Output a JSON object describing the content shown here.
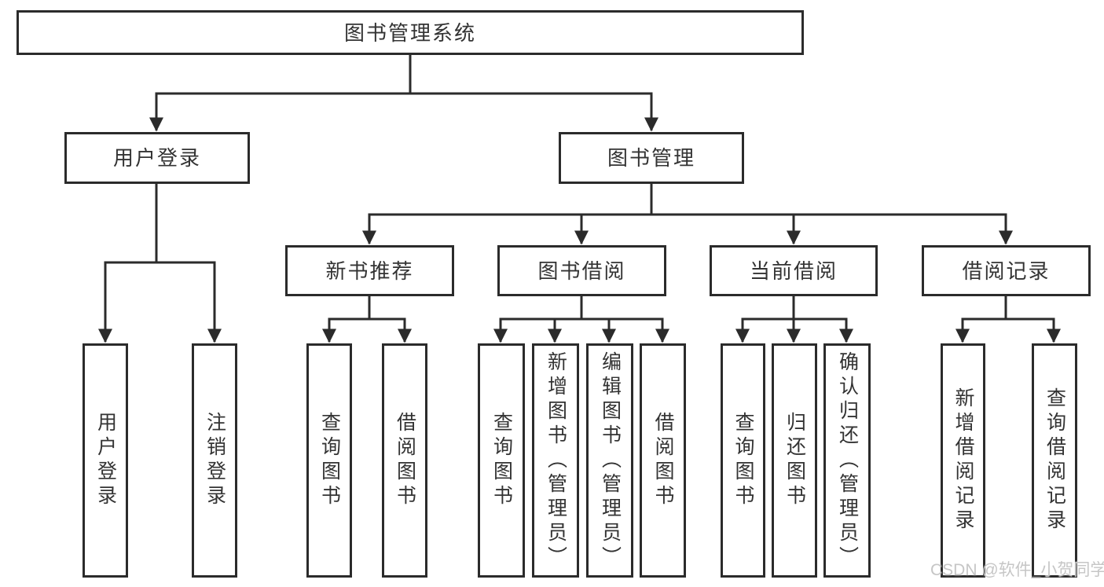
{
  "diagram": {
    "title": "图书管理系统",
    "level1": [
      "用户登录",
      "图书管理"
    ],
    "level2": [
      "新书推荐",
      "图书借阅",
      "当前借阅",
      "借阅记录"
    ],
    "leaves": {
      "user_login": [
        "用户登录",
        "注销登录"
      ],
      "new_book_rec": [
        "查询图书",
        "借阅图书"
      ],
      "book_borrow": [
        "查询图书",
        "新增图书（管理员）",
        "编辑图书（管理员）",
        "借阅图书"
      ],
      "current_borrow": [
        "查询图书",
        "归还图书",
        "确认归还（管理员）"
      ],
      "borrow_records": [
        "新增借阅记录",
        "查询借阅记录"
      ]
    },
    "colors": {
      "line": "#2b2b2b",
      "text": "#333333",
      "box_background": "#ffffff"
    }
  },
  "watermark": {
    "text": "CSDN @软件_小贺同学",
    "color": "#c6c6c6"
  }
}
